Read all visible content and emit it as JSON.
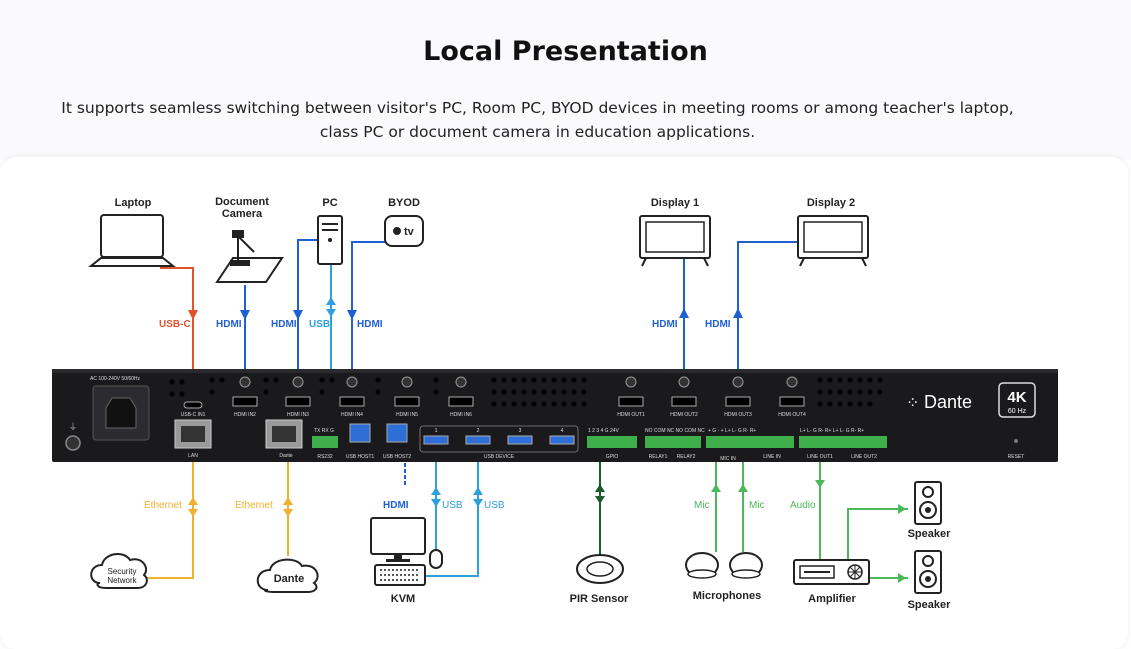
{
  "header": {
    "title": "Local Presentation",
    "subtitle": "It supports seamless switching between visitor's PC, Room PC, BYOD devices in meeting rooms or among teacher's laptop, class PC or document camera in education applications."
  },
  "colors": {
    "hdmi": "#1f5fd3",
    "usb": "#2ea0dc",
    "usbc": "#e0542c",
    "ethernet": "#f0b030",
    "audio": "#4cb85a",
    "gpio": "#1e5a2a",
    "chassis": "#1a1a1c"
  },
  "devices": {
    "laptop": "Laptop",
    "document_camera_l1": "Document",
    "document_camera_l2": "Camera",
    "pc": "PC",
    "byod": "BYOD",
    "byod_logo": "tv",
    "display1": "Display 1",
    "display2": "Display 2",
    "security_l1": "Security",
    "security_l2": "Network",
    "dante_cloud": "Dante",
    "kvm": "KVM",
    "pir": "PIR Sensor",
    "microphones": "Microphones",
    "amplifier": "Amplifier",
    "speaker_top": "Speaker",
    "speaker_bottom": "Speaker"
  },
  "cables": {
    "usbc": "USB-C",
    "hdmi_doccam": "HDMI",
    "hdmi_pc": "HDMI",
    "usb_pc": "USB",
    "hdmi_byod": "HDMI",
    "hdmi_display1": "HDMI",
    "hdmi_display2": "HDMI",
    "ethernet_lan": "Ethernet",
    "ethernet_dante": "Ethernet",
    "hdmi_kvm": "HDMI",
    "usb_kvm1": "USB",
    "usb_kvm2": "USB",
    "mic1": "Mic",
    "mic2": "Mic",
    "audio": "Audio"
  },
  "panel_labels": {
    "power": "AC 100-240V 50/60Hz",
    "usbc_in": "USB-C IN1",
    "hdmi_in2": "HDMI IN2",
    "hdmi_in3": "HDMI IN3",
    "hdmi_in4": "HDMI IN4",
    "hdmi_in5": "HDMI IN5",
    "hdmi_in6": "HDMI IN6",
    "hdmi_out1": "HDMI OUT1",
    "hdmi_out2": "HDMI OUT2",
    "hdmi_out3": "HDMI OUT3",
    "hdmi_out4": "HDMI OUT4",
    "lan": "LAN",
    "dante_port": "Dante",
    "rs232": "RS232",
    "rs232_pins": "TX RX G",
    "usb_host1": "USB HOST1",
    "usb_host2": "USB HOST2",
    "usb_device": "USB DEVICE",
    "usb_dev_n1": "1",
    "usb_dev_n2": "2",
    "usb_dev_n3": "3",
    "usb_dev_n4": "4",
    "gpio": "GPIO",
    "gpio_pins": "1 2 3 4 G 24V",
    "relay_pins": "NO COM NC NO COM NC",
    "relay1": "RELAY1",
    "relay2": "RELAY2",
    "mic_pins": "+ G - + L+ L- G R- R+",
    "mic_in": "MIC IN",
    "line_in": "LINE IN",
    "line_out_pins": "L+ L- G R- R+ L+ L- G R- R+",
    "line_out1": "LINE OUT1",
    "line_out2": "LINE OUT2",
    "reset": "RESET",
    "dante_brand": "Dante",
    "badge_4k": "4K",
    "badge_hz": "60 Hz"
  }
}
